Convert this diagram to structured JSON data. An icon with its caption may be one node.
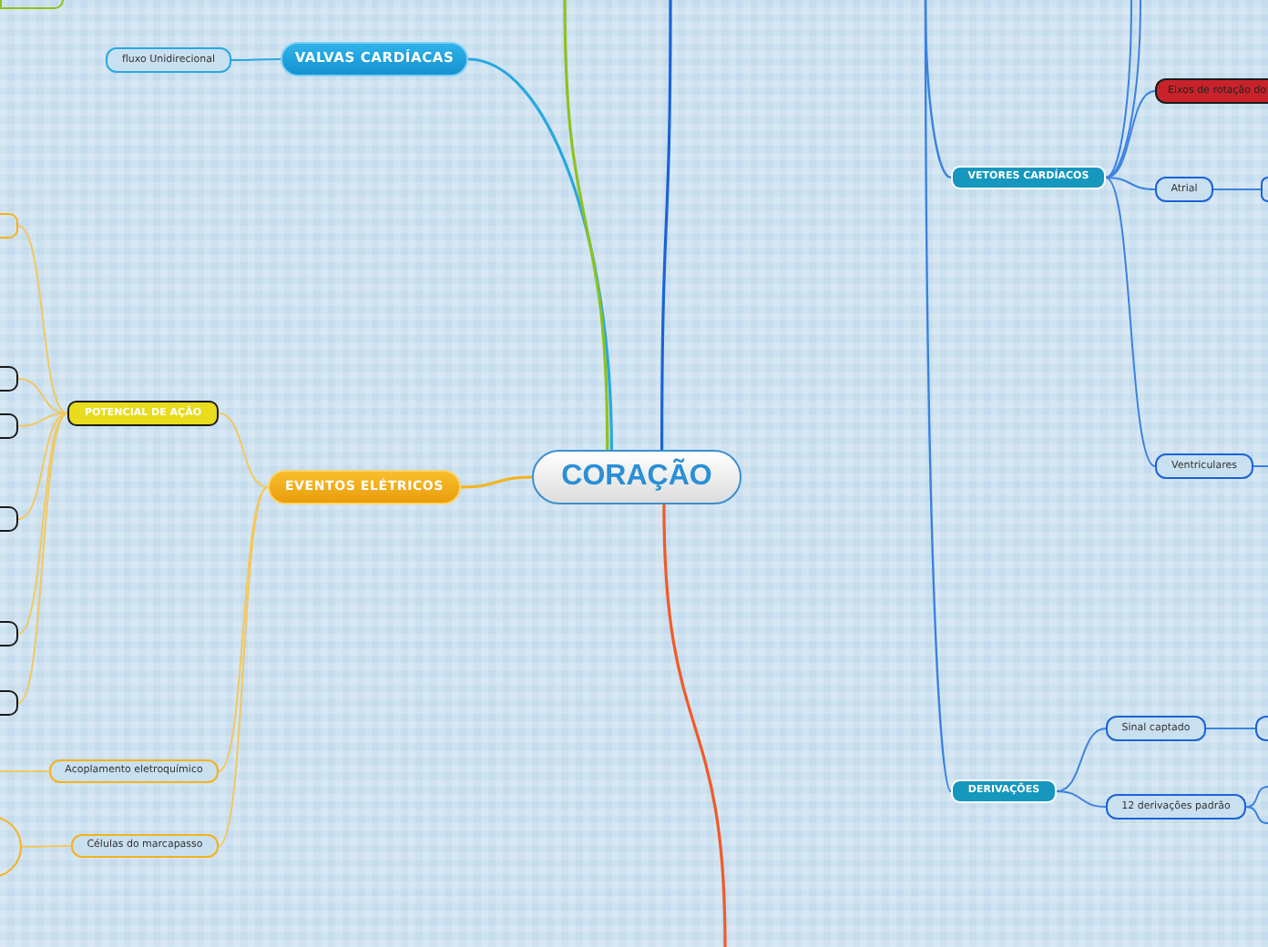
{
  "diagram": {
    "nodes": [
      {
        "text": [
          "CORAÇÃO"
        ]
      },
      {
        "text": [
          "VALVAS CARDÍACAS"
        ]
      },
      {
        "text": [
          "fluxo Unidirecional"
        ]
      },
      {
        "text": [
          "EVENTOS ELÉTRICOS"
        ]
      },
      {
        "text": [
          "POTENCIAL DE AÇÃO"
        ]
      },
      {
        "text": [
          "Acoplamento eletroquímico"
        ]
      },
      {
        "text": [
          "Células do marcapasso"
        ]
      },
      {
        "text": [
          "VETORES CARDÍACOS"
        ]
      },
      {
        "text": [
          "Eixos de rotação do"
        ]
      },
      {
        "text": [
          "Atrial"
        ]
      },
      {
        "text": [
          "Ventriculares"
        ]
      },
      {
        "text": [
          "DERIVAÇÕES"
        ]
      },
      {
        "text": [
          "Sinal captado"
        ]
      },
      {
        "text": [
          "12 derivações padrão"
        ]
      },
      {
        "text": [],
        "shape": "box"
      },
      {
        "text": [],
        "shape": "box"
      },
      {
        "text": [],
        "shape": "box"
      },
      {
        "text": [],
        "shape": "box"
      },
      {
        "text": [],
        "shape": "box"
      },
      {
        "text": [],
        "shape": "box"
      },
      {
        "text": [],
        "shape": "circle"
      },
      {
        "text": [],
        "shape": "box"
      },
      {
        "text": [],
        "shape": "box"
      },
      {
        "text": [],
        "shape": "box"
      }
    ],
    "edges": [
      {
        "from": 0,
        "to": 1,
        "arrow": "none",
        "color": "#29a8e0"
      },
      {
        "from": 1,
        "to": 2,
        "arrow": "none",
        "color": "#29a8e0"
      },
      {
        "from": 0,
        "to": 3,
        "arrow": "none",
        "color": "#f5b21a"
      },
      {
        "from": 3,
        "to": 4,
        "arrow": "none",
        "color": "#f2c860"
      },
      {
        "from": 3,
        "to": 5,
        "arrow": "none",
        "color": "#f2c860"
      },
      {
        "from": 3,
        "to": 6,
        "arrow": "none",
        "color": "#f2c860"
      },
      {
        "from": 4,
        "to": 14,
        "arrow": "none",
        "color": "#f2c860"
      },
      {
        "from": 4,
        "to": 15,
        "arrow": "none",
        "color": "#f2c860"
      },
      {
        "from": 4,
        "to": 16,
        "arrow": "none",
        "color": "#f2c860"
      },
      {
        "from": 4,
        "to": 17,
        "arrow": "none",
        "color": "#f2c860"
      },
      {
        "from": 4,
        "to": 18,
        "arrow": "none",
        "color": "#f2c860"
      },
      {
        "from": 4,
        "to": 19,
        "arrow": "none",
        "color": "#f2c860"
      },
      {
        "from": 5,
        "to": null,
        "arrow": "none",
        "color": "#f2c860"
      },
      {
        "from": 6,
        "to": 20,
        "arrow": "none",
        "color": "#f2c860"
      },
      {
        "from": 0,
        "to": null,
        "arrow": "none",
        "color": "#8dc21f"
      },
      {
        "from": 0,
        "to": null,
        "arrow": "none",
        "color": "#1b63d6"
      },
      {
        "from": 0,
        "to": null,
        "arrow": "none",
        "color": "#f15a29"
      },
      {
        "from": null,
        "to": 7,
        "arrow": "none",
        "color": "#3b82e0"
      },
      {
        "from": null,
        "to": 11,
        "arrow": "none",
        "color": "#3b82e0"
      },
      {
        "from": 7,
        "to": null,
        "arrow": "none",
        "color": "#3b82e0"
      },
      {
        "from": 7,
        "to": null,
        "arrow": "none",
        "color": "#3b82e0"
      },
      {
        "from": 7,
        "to": 8,
        "arrow": "none",
        "color": "#3b82e0"
      },
      {
        "from": 7,
        "to": 9,
        "arrow": "none",
        "color": "#3b82e0"
      },
      {
        "from": 7,
        "to": 10,
        "arrow": "none",
        "color": "#3b82e0"
      },
      {
        "from": 9,
        "to": 22,
        "arrow": "none",
        "color": "#3b82e0"
      },
      {
        "from": 10,
        "to": null,
        "arrow": "none",
        "color": "#3b82e0"
      },
      {
        "from": 11,
        "to": 12,
        "arrow": "none",
        "color": "#3b82e0"
      },
      {
        "from": 11,
        "to": 13,
        "arrow": "none",
        "color": "#3b82e0"
      },
      {
        "from": 12,
        "to": 23,
        "arrow": "none",
        "color": "#3b82e0"
      },
      {
        "from": 13,
        "to": null,
        "arrow": "none",
        "color": "#3b82e0"
      },
      {
        "from": 13,
        "to": null,
        "arrow": "none",
        "color": "#3b82e0"
      }
    ]
  }
}
